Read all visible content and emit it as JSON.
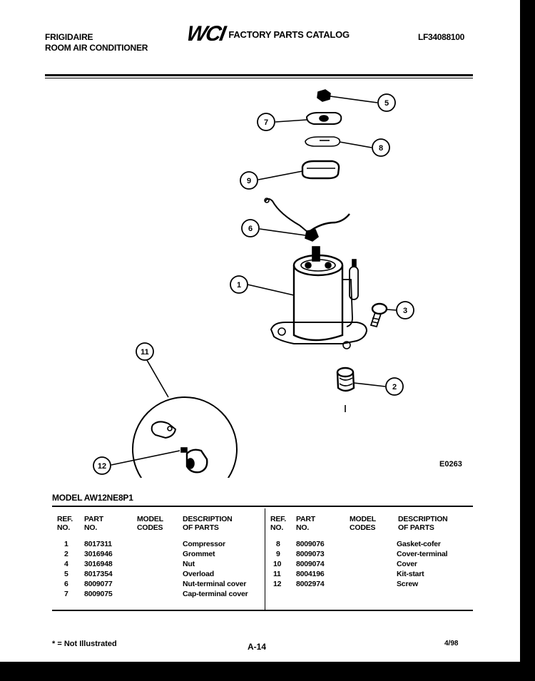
{
  "header": {
    "brand": "FRIGIDAIRE",
    "product": "ROOM AIR CONDITIONER",
    "logo": "WCI",
    "catalog_title": "FACTORY PARTS CATALOG",
    "catalog_number": "LF34088100"
  },
  "diagram": {
    "figure_code": "E0263",
    "callouts": [
      "1",
      "2",
      "3",
      "5",
      "6",
      "7",
      "8",
      "9",
      "11",
      "12"
    ]
  },
  "model": {
    "label": "MODEL AW12NE8P1"
  },
  "table": {
    "headers": {
      "ref_1": "REF.",
      "ref_2": "NO.",
      "part_1": "PART",
      "part_2": "NO.",
      "model_1": "MODEL",
      "model_2": "CODES",
      "desc_1": "DESCRIPTION",
      "desc_2": "OF PARTS"
    },
    "left_rows": [
      {
        "ref": "1",
        "part": "8017311",
        "codes": "",
        "desc": "Compressor"
      },
      {
        "ref": "2",
        "part": "3016946",
        "codes": "",
        "desc": "Grommet"
      },
      {
        "ref": "4",
        "part": "3016948",
        "codes": "",
        "desc": "Nut"
      },
      {
        "ref": "5",
        "part": "8017354",
        "codes": "",
        "desc": "Overload"
      },
      {
        "ref": "6",
        "part": "8009077",
        "codes": "",
        "desc": "Nut-terminal cover"
      },
      {
        "ref": "7",
        "part": "8009075",
        "codes": "",
        "desc": "Cap-terminal cover"
      }
    ],
    "right_rows": [
      {
        "ref": "8",
        "part": "8009076",
        "codes": "",
        "desc": "Gasket-cofer"
      },
      {
        "ref": "9",
        "part": "8009073",
        "codes": "",
        "desc": "Cover-terminal"
      },
      {
        "ref": "10",
        "part": "8009074",
        "codes": "",
        "desc": "Cover"
      },
      {
        "ref": "11",
        "part": "8004196",
        "codes": "",
        "desc": "Kit-start"
      },
      {
        "ref": "12",
        "part": "8002974",
        "codes": "",
        "desc": "Screw"
      }
    ]
  },
  "footer": {
    "note": "* = Not Illustrated",
    "page": "A-14",
    "date": "4/98"
  }
}
